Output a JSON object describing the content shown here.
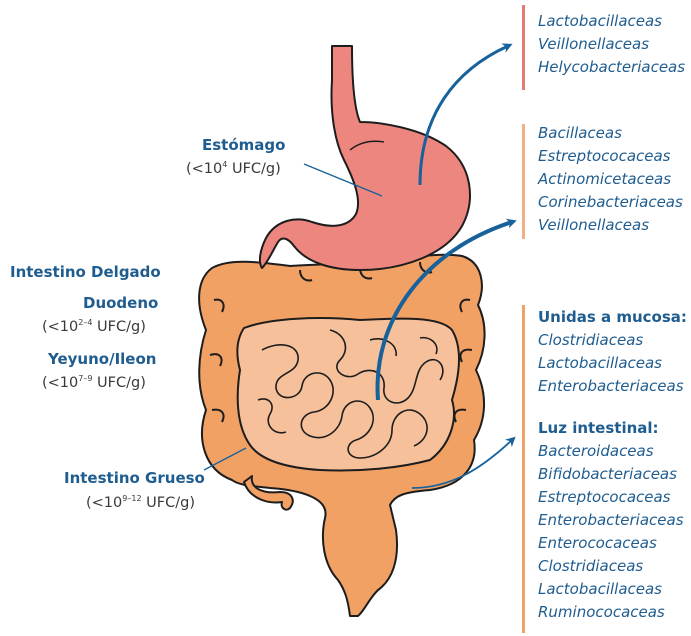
{
  "colors": {
    "label_blue": "#1f5c8f",
    "bar_stomach": "#e47b74",
    "bar_orange": "#f2ae86",
    "bar_large": "#f1a069",
    "stomach_fill": "#ee8680",
    "large_intestine_fill": "#f2a165",
    "small_intestine_fill": "#f6c09b",
    "arrow": "#17629a"
  },
  "organs": {
    "stomach": {
      "name": "Estómago",
      "conc_prefix": "(<10",
      "conc_exp": "4",
      "conc_suffix": " UFC/g)"
    },
    "small_intestine": {
      "title": "Intestino Delgado",
      "duodenum": {
        "name": "Duodeno",
        "conc_prefix": "(<10",
        "conc_exp": "2–4",
        "conc_suffix": " UFC/g)"
      },
      "jejunum_ileum": {
        "name": "Yeyuno/Ileon",
        "conc_prefix": "(<10",
        "conc_exp": "7–9",
        "conc_suffix": " UFC/g)"
      }
    },
    "large_intestine": {
      "name": "Intestino Grueso",
      "conc_prefix": "(<10",
      "conc_exp": "9–12",
      "conc_suffix": " UFC/g)"
    }
  },
  "family_groups": {
    "stomach": [
      "Lactobacillaceas",
      "Veillonellaceas",
      "Helycobacteriaceas"
    ],
    "small_intestine": [
      "Bacillaceas",
      "Estreptococaceas",
      "Actinomicetaceas",
      "Corinebacteriaceas",
      "Veillonellaceas"
    ],
    "large_intestine": {
      "mucosa_title": "Unidas a mucosa:",
      "mucosa": [
        "Clostridiaceas",
        "Lactobacillaceas",
        "Enterobacteriaceas"
      ],
      "lumen_title": "Luz intestinal:",
      "lumen": [
        "Bacteroidaceas",
        "Bifidobacteriaceas",
        "Estreptococaceas",
        "Enterobacteriaceas",
        "Enterococaceas",
        "Clostridiaceas",
        "Lactobacillaceas",
        "Ruminococaceas"
      ]
    }
  }
}
